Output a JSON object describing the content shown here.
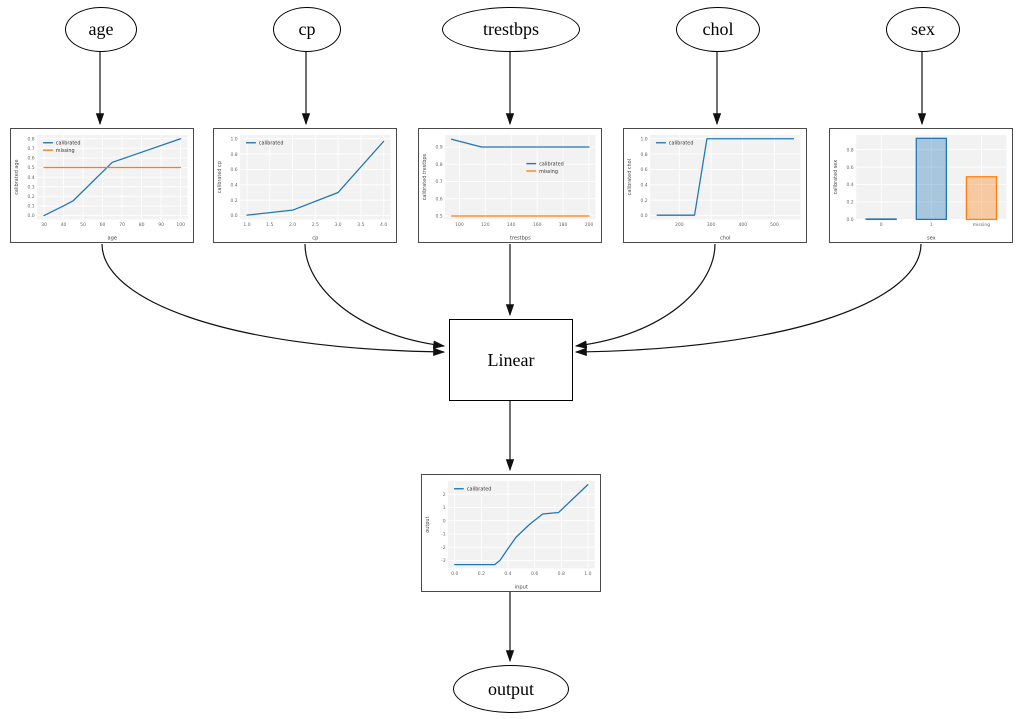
{
  "diagram": {
    "nodes": {
      "age": {
        "label": "age"
      },
      "cp": {
        "label": "cp"
      },
      "trestbps": {
        "label": "trestbps"
      },
      "chol": {
        "label": "chol"
      },
      "sex": {
        "label": "sex"
      },
      "linear": {
        "label": "Linear"
      },
      "output": {
        "label": "output"
      }
    }
  },
  "colors": {
    "calibrated_line": "#1f77b4",
    "missing_line": "#ff7f0e",
    "plot_bg": "#f2f2f2",
    "grid": "#ffffff",
    "tick_text": "#666666",
    "axis_text": "#444444",
    "edge": "#111111"
  },
  "chart_data": [
    {
      "id": "age",
      "type": "line",
      "xlabel": "age",
      "ylabel": "calibrated age",
      "xlim": [
        26.5,
        103.5
      ],
      "ylim": [
        -0.04,
        0.84
      ],
      "xticks": [
        {
          "v": 30,
          "t": "30"
        },
        {
          "v": 40,
          "t": "40"
        },
        {
          "v": 50,
          "t": "50"
        },
        {
          "v": 60,
          "t": "60"
        },
        {
          "v": 70,
          "t": "70"
        },
        {
          "v": 80,
          "t": "80"
        },
        {
          "v": 90,
          "t": "90"
        },
        {
          "v": 100,
          "t": "100"
        }
      ],
      "yticks": [
        {
          "v": 0.0,
          "t": "0.0"
        },
        {
          "v": 0.1,
          "t": "0.1"
        },
        {
          "v": 0.2,
          "t": "0.2"
        },
        {
          "v": 0.3,
          "t": "0.3"
        },
        {
          "v": 0.4,
          "t": "0.4"
        },
        {
          "v": 0.5,
          "t": "0.5"
        },
        {
          "v": 0.6,
          "t": "0.6"
        },
        {
          "v": 0.7,
          "t": "0.7"
        },
        {
          "v": 0.8,
          "t": "0.8"
        }
      ],
      "series": [
        {
          "name": "calibrated",
          "color": "#1f77b4",
          "points": [
            [
              30,
              0.0
            ],
            [
              40,
              0.1
            ],
            [
              45,
              0.155
            ],
            [
              65,
              0.555
            ],
            [
              100,
              0.8
            ]
          ]
        },
        {
          "name": "missing",
          "color": "#ff7f0e",
          "points": [
            [
              30,
              0.5
            ],
            [
              100,
              0.5
            ]
          ]
        }
      ],
      "legend": {
        "pos": "nw"
      }
    },
    {
      "id": "cp",
      "type": "line",
      "xlabel": "cp",
      "ylabel": "calibrated cp",
      "xlim": [
        0.85,
        4.15
      ],
      "ylim": [
        -0.05,
        1.05
      ],
      "xticks": [
        {
          "v": 1.0,
          "t": "1.0"
        },
        {
          "v": 1.5,
          "t": "1.5"
        },
        {
          "v": 2.0,
          "t": "2.0"
        },
        {
          "v": 2.5,
          "t": "2.5"
        },
        {
          "v": 3.0,
          "t": "3.0"
        },
        {
          "v": 3.5,
          "t": "3.5"
        },
        {
          "v": 4.0,
          "t": "4.0"
        }
      ],
      "yticks": [
        {
          "v": 0.0,
          "t": "0.0"
        },
        {
          "v": 0.2,
          "t": "0.2"
        },
        {
          "v": 0.4,
          "t": "0.4"
        },
        {
          "v": 0.6,
          "t": "0.6"
        },
        {
          "v": 0.8,
          "t": "0.8"
        },
        {
          "v": 1.0,
          "t": "1.0"
        }
      ],
      "series": [
        {
          "name": "calibrated",
          "color": "#1f77b4",
          "points": [
            [
              1,
              0.005
            ],
            [
              2,
              0.07
            ],
            [
              3,
              0.3
            ],
            [
              4,
              0.965
            ]
          ]
        }
      ],
      "legend": {
        "pos": "nw"
      }
    },
    {
      "id": "trestbps",
      "type": "line",
      "xlabel": "trestbps",
      "ylabel": "calibrated trestbps",
      "xlim": [
        89,
        205
      ],
      "ylim": [
        0.48,
        0.97
      ],
      "xticks": [
        {
          "v": 100,
          "t": "100"
        },
        {
          "v": 120,
          "t": "120"
        },
        {
          "v": 140,
          "t": "140"
        },
        {
          "v": 160,
          "t": "160"
        },
        {
          "v": 180,
          "t": "180"
        },
        {
          "v": 200,
          "t": "200"
        }
      ],
      "yticks": [
        {
          "v": 0.5,
          "t": "0.5"
        },
        {
          "v": 0.6,
          "t": "0.6"
        },
        {
          "v": 0.7,
          "t": "0.7"
        },
        {
          "v": 0.8,
          "t": "0.8"
        },
        {
          "v": 0.9,
          "t": "0.9"
        }
      ],
      "series": [
        {
          "name": "calibrated",
          "color": "#1f77b4",
          "points": [
            [
              94,
              0.945
            ],
            [
              117,
              0.9
            ],
            [
              200,
              0.9
            ]
          ]
        },
        {
          "name": "missing",
          "color": "#ff7f0e",
          "points": [
            [
              94,
              0.5
            ],
            [
              200,
              0.5
            ]
          ]
        }
      ],
      "legend": {
        "pos": "e"
      }
    },
    {
      "id": "chol",
      "type": "line",
      "xlabel": "chol",
      "ylabel": "calibrated chol",
      "xlim": [
        108,
        582
      ],
      "ylim": [
        -0.05,
        1.05
      ],
      "xticks": [
        {
          "v": 200,
          "t": "200"
        },
        {
          "v": 300,
          "t": "300"
        },
        {
          "v": 400,
          "t": "400"
        },
        {
          "v": 500,
          "t": "500"
        }
      ],
      "yticks": [
        {
          "v": 0.0,
          "t": "0.0"
        },
        {
          "v": 0.2,
          "t": "0.2"
        },
        {
          "v": 0.4,
          "t": "0.4"
        },
        {
          "v": 0.6,
          "t": "0.6"
        },
        {
          "v": 0.8,
          "t": "0.8"
        },
        {
          "v": 1.0,
          "t": "1.0"
        }
      ],
      "series": [
        {
          "name": "calibrated",
          "color": "#1f77b4",
          "points": [
            [
              130,
              0.005
            ],
            [
              248,
              0.005
            ],
            [
              287,
              1.0
            ],
            [
              560,
              1.0
            ]
          ]
        }
      ],
      "legend": {
        "pos": "nw"
      }
    },
    {
      "id": "sex",
      "type": "bar",
      "xlabel": "sex",
      "ylabel": "calibrated sex",
      "categories": [
        "0",
        "1",
        "missing"
      ],
      "values": [
        0.004,
        0.93,
        0.49
      ],
      "bar_colors": [
        "#1f77b4",
        "#1f77b4",
        "#ff7f0e"
      ],
      "xlim": [
        -0.5,
        2.5
      ],
      "ylim": [
        0,
        0.97
      ],
      "yticks": [
        {
          "v": 0.0,
          "t": "0.0"
        },
        {
          "v": 0.2,
          "t": "0.2"
        },
        {
          "v": 0.4,
          "t": "0.4"
        },
        {
          "v": 0.6,
          "t": "0.6"
        },
        {
          "v": 0.8,
          "t": "0.8"
        }
      ]
    },
    {
      "id": "output",
      "type": "line",
      "xlabel": "input",
      "ylabel": "output",
      "xlim": [
        -0.05,
        1.05
      ],
      "ylim": [
        -3.6,
        3.0
      ],
      "xticks": [
        {
          "v": 0.0,
          "t": "0.0"
        },
        {
          "v": 0.2,
          "t": "0.2"
        },
        {
          "v": 0.4,
          "t": "0.4"
        },
        {
          "v": 0.6,
          "t": "0.6"
        },
        {
          "v": 0.8,
          "t": "0.8"
        },
        {
          "v": 1.0,
          "t": "1.0"
        }
      ],
      "yticks": [
        {
          "v": -3,
          "t": "-3"
        },
        {
          "v": -2,
          "t": "-2"
        },
        {
          "v": -1,
          "t": "-1"
        },
        {
          "v": 0,
          "t": "0"
        },
        {
          "v": 1,
          "t": "1"
        },
        {
          "v": 2,
          "t": "2"
        }
      ],
      "series": [
        {
          "name": "calibrated",
          "color": "#1f77b4",
          "points": [
            [
              0,
              -3.32
            ],
            [
              0.3,
              -3.32
            ],
            [
              0.34,
              -3.0
            ],
            [
              0.4,
              -2.1
            ],
            [
              0.46,
              -1.25
            ],
            [
              0.56,
              -0.3
            ],
            [
              0.66,
              0.5
            ],
            [
              0.78,
              0.62
            ],
            [
              1.0,
              2.72
            ]
          ]
        }
      ],
      "legend": {
        "pos": "nw"
      }
    }
  ]
}
